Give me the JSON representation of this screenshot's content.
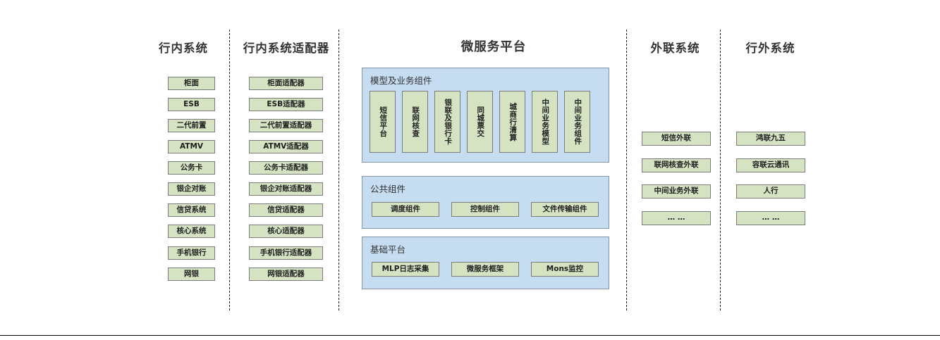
{
  "diagram": {
    "title_bar_present": false,
    "columns": [
      {
        "id": "internal-systems",
        "title": "行内系统",
        "items": [
          "柜面",
          "ESB",
          "二代前置",
          "ATMV",
          "公务卡",
          "银企对账",
          "信贷系统",
          "核心系统",
          "手机银行",
          "网银"
        ]
      },
      {
        "id": "internal-adapters",
        "title": "行内系统适配器",
        "items": [
          "柜面适配器",
          "ESB适配器",
          "二代前置适配器",
          "ATMV适配器",
          "公务卡适配器",
          "银企对账适配器",
          "信贷适配器",
          "核心适配器",
          "手机银行适配器",
          "网银适配器"
        ]
      },
      {
        "id": "external-link-systems",
        "title": "外联系统",
        "items": [
          "短信外联",
          "联网核查外联",
          "中间业务外联",
          "… …"
        ]
      },
      {
        "id": "outside-bank-systems",
        "title": "行外系统",
        "items": [
          "鸿联九五",
          "容联云通讯",
          "人行",
          "… …"
        ]
      }
    ],
    "platform": {
      "title": "微服务平台",
      "panels": [
        {
          "id": "model-business-components",
          "label": "模型及业务组件",
          "orientation": "vertical",
          "items": [
            "短信平台",
            "联网核查",
            "银联及银行卡",
            "同城票交",
            "城商行清算",
            "中间业务模型",
            "中间业务组件"
          ]
        },
        {
          "id": "public-components",
          "label": "公共组件",
          "orientation": "horizontal",
          "items": [
            "调度组件",
            "控制组件",
            "文件传输组件"
          ]
        },
        {
          "id": "base-platform",
          "label": "基础平台",
          "orientation": "horizontal",
          "items": [
            "MLP日志采集",
            "微服务框架",
            "Mons监控"
          ]
        }
      ]
    },
    "colors": {
      "node_fill": "#d6e3c3",
      "node_border": "#7b7b7b",
      "panel_fill": "#c6dcf0",
      "panel_border": "#8496a8",
      "divider": "#1a1a1a",
      "title_text": "#333333"
    }
  }
}
